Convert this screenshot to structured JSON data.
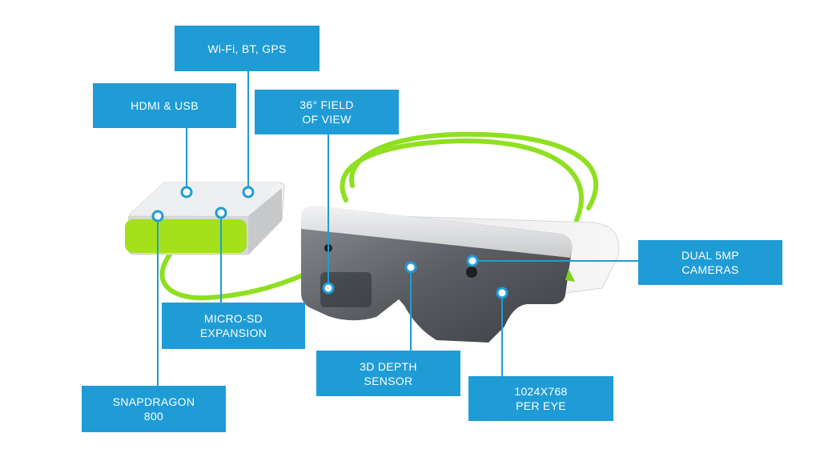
{
  "colors": {
    "accent": "#1f9cd6",
    "cable": "#8ee020",
    "device_body": "#e6e7e9",
    "lens": "#5a5d62"
  },
  "callouts": {
    "wifi_bt_gps": {
      "lines": [
        "Wi-Fi, BT, GPS"
      ]
    },
    "hdmi_usb": {
      "lines": [
        "HDMI & USB"
      ]
    },
    "field_of_view": {
      "lines": [
        "36° FIELD",
        "OF VIEW"
      ]
    },
    "dual_cameras": {
      "lines": [
        "DUAL 5MP",
        "CAMERAS"
      ]
    },
    "micro_sd": {
      "lines": [
        "MICRO-SD",
        "EXPANSION"
      ]
    },
    "depth_sensor": {
      "lines": [
        "3D DEPTH",
        "SENSOR"
      ]
    },
    "snapdragon": {
      "lines": [
        "SNAPDRAGON",
        "800"
      ]
    },
    "resolution": {
      "lines": [
        "1024X768",
        "PER EYE"
      ]
    }
  }
}
